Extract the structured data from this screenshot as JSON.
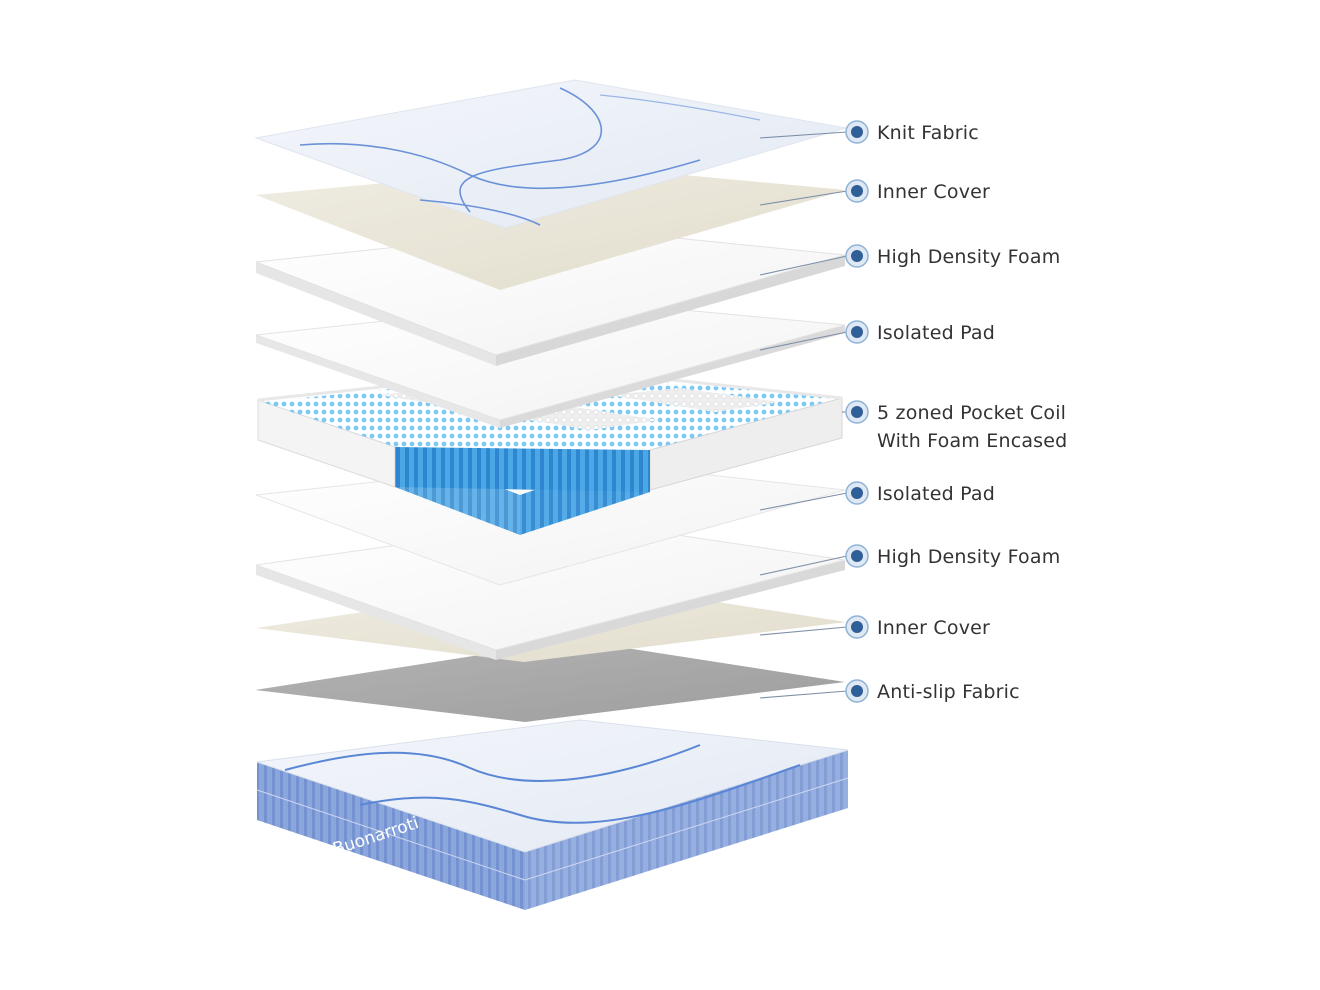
{
  "brand": "Buonarroti",
  "colors": {
    "accent": "#2f5f97",
    "leader": "#8fb2d6",
    "knit_fabric": "#eef2f8",
    "inner_cover": "#e9e5d8",
    "foam": "#ffffff",
    "coil_blue": "#5ab3ea",
    "anti_slip": "#a8a8a8",
    "mattress_side": "#8fa8dd"
  },
  "layers": [
    {
      "id": "knit-fabric",
      "label": "Knit Fabric"
    },
    {
      "id": "inner-cover-top",
      "label": "Inner Cover"
    },
    {
      "id": "high-density-foam-top",
      "label": "High Density  Foam"
    },
    {
      "id": "isolated-pad-top",
      "label": "Isolated Pad"
    },
    {
      "id": "pocket-coil",
      "label": "5 zoned Pocket Coil",
      "label_line2": "With Foam Encased"
    },
    {
      "id": "isolated-pad-bottom",
      "label": "Isolated Pad"
    },
    {
      "id": "high-density-foam-bottom",
      "label": "High Density  Foam"
    },
    {
      "id": "inner-cover-bottom",
      "label": "Inner Cover"
    },
    {
      "id": "anti-slip-fabric",
      "label": "Anti-slip Fabric"
    }
  ]
}
